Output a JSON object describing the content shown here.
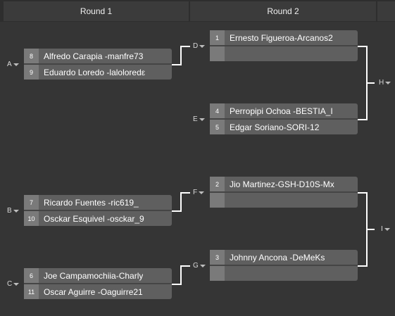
{
  "rounds": [
    "Round 1",
    "Round 2"
  ],
  "matches": {
    "A": {
      "label": "A",
      "p1": {
        "seed": "8",
        "name": "Alfredo Carapia -manfre73"
      },
      "p2": {
        "seed": "9",
        "name": "Eduardo Loredo -laloloredε"
      }
    },
    "B": {
      "label": "B",
      "p1": {
        "seed": "7",
        "name": "Ricardo Fuentes -ric619_"
      },
      "p2": {
        "seed": "10",
        "name": "Osckar Esquivel -osckar_9"
      }
    },
    "C": {
      "label": "C",
      "p1": {
        "seed": "6",
        "name": "Joe Campamochiia-Charly"
      },
      "p2": {
        "seed": "11",
        "name": "Oscar Aguirre -Oaguirre21"
      }
    },
    "D": {
      "label": "D",
      "p1": {
        "seed": "1",
        "name": "Ernesto Figueroa-Arcanos2"
      },
      "p2": {
        "seed": "",
        "name": ""
      }
    },
    "E": {
      "label": "E",
      "p1": {
        "seed": "4",
        "name": "Perropipi Ochoa -BESTIA_I"
      },
      "p2": {
        "seed": "5",
        "name": "Edgar Soriano-SORI-12"
      }
    },
    "F": {
      "label": "F",
      "p1": {
        "seed": "2",
        "name": "Jio Martinez-GSH-D10S-Mx"
      },
      "p2": {
        "seed": "",
        "name": ""
      }
    },
    "G": {
      "label": "G",
      "p1": {
        "seed": "3",
        "name": "Johnny Ancona -DeMeKs"
      },
      "p2": {
        "seed": "",
        "name": ""
      }
    },
    "H": {
      "label": "H"
    },
    "I": {
      "label": "I"
    }
  }
}
